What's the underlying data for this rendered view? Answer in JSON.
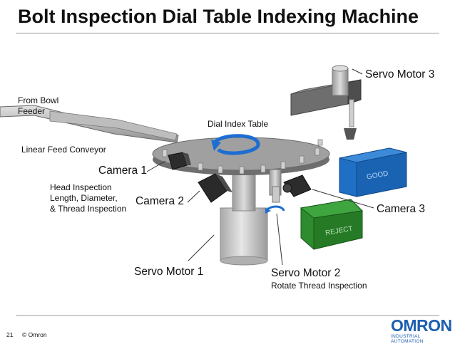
{
  "header": {
    "title": "Bolt Inspection Dial Table Indexing Machine"
  },
  "labels": {
    "servo_motor_3": "Servo Motor 3",
    "from_bowl_line1": "From Bowl",
    "from_bowl_line2": "Feeder",
    "dial_index_table": "Dial Index Table",
    "linear_feed_conveyor": "Linear Feed Conveyor",
    "camera_1": "Camera 1",
    "head_inspection_line1": "Head Inspection",
    "head_inspection_line2": "Length, Diameter,",
    "head_inspection_line3": "& Thread Inspection",
    "camera_2": "Camera 2",
    "camera_3": "Camera 3",
    "servo_motor_1": "Servo Motor 1",
    "servo_motor_2": "Servo Motor 2",
    "rotate_thread_inspection": "Rotate Thread Inspection",
    "good_bin": "GOOD",
    "reject_bin": "REJECT"
  },
  "footer": {
    "page_number": "21",
    "copyright": "© Omron"
  },
  "logo": {
    "wordmark": "OMRON",
    "tagline": "INDUSTRIAL AUTOMATION"
  },
  "colors": {
    "good_bin": "#1f6fc4",
    "reject_bin": "#2e8b2e",
    "table": "#8a8a8a",
    "arrow_blue": "#1e6ed2",
    "logo_blue": "#1d5fb0"
  }
}
